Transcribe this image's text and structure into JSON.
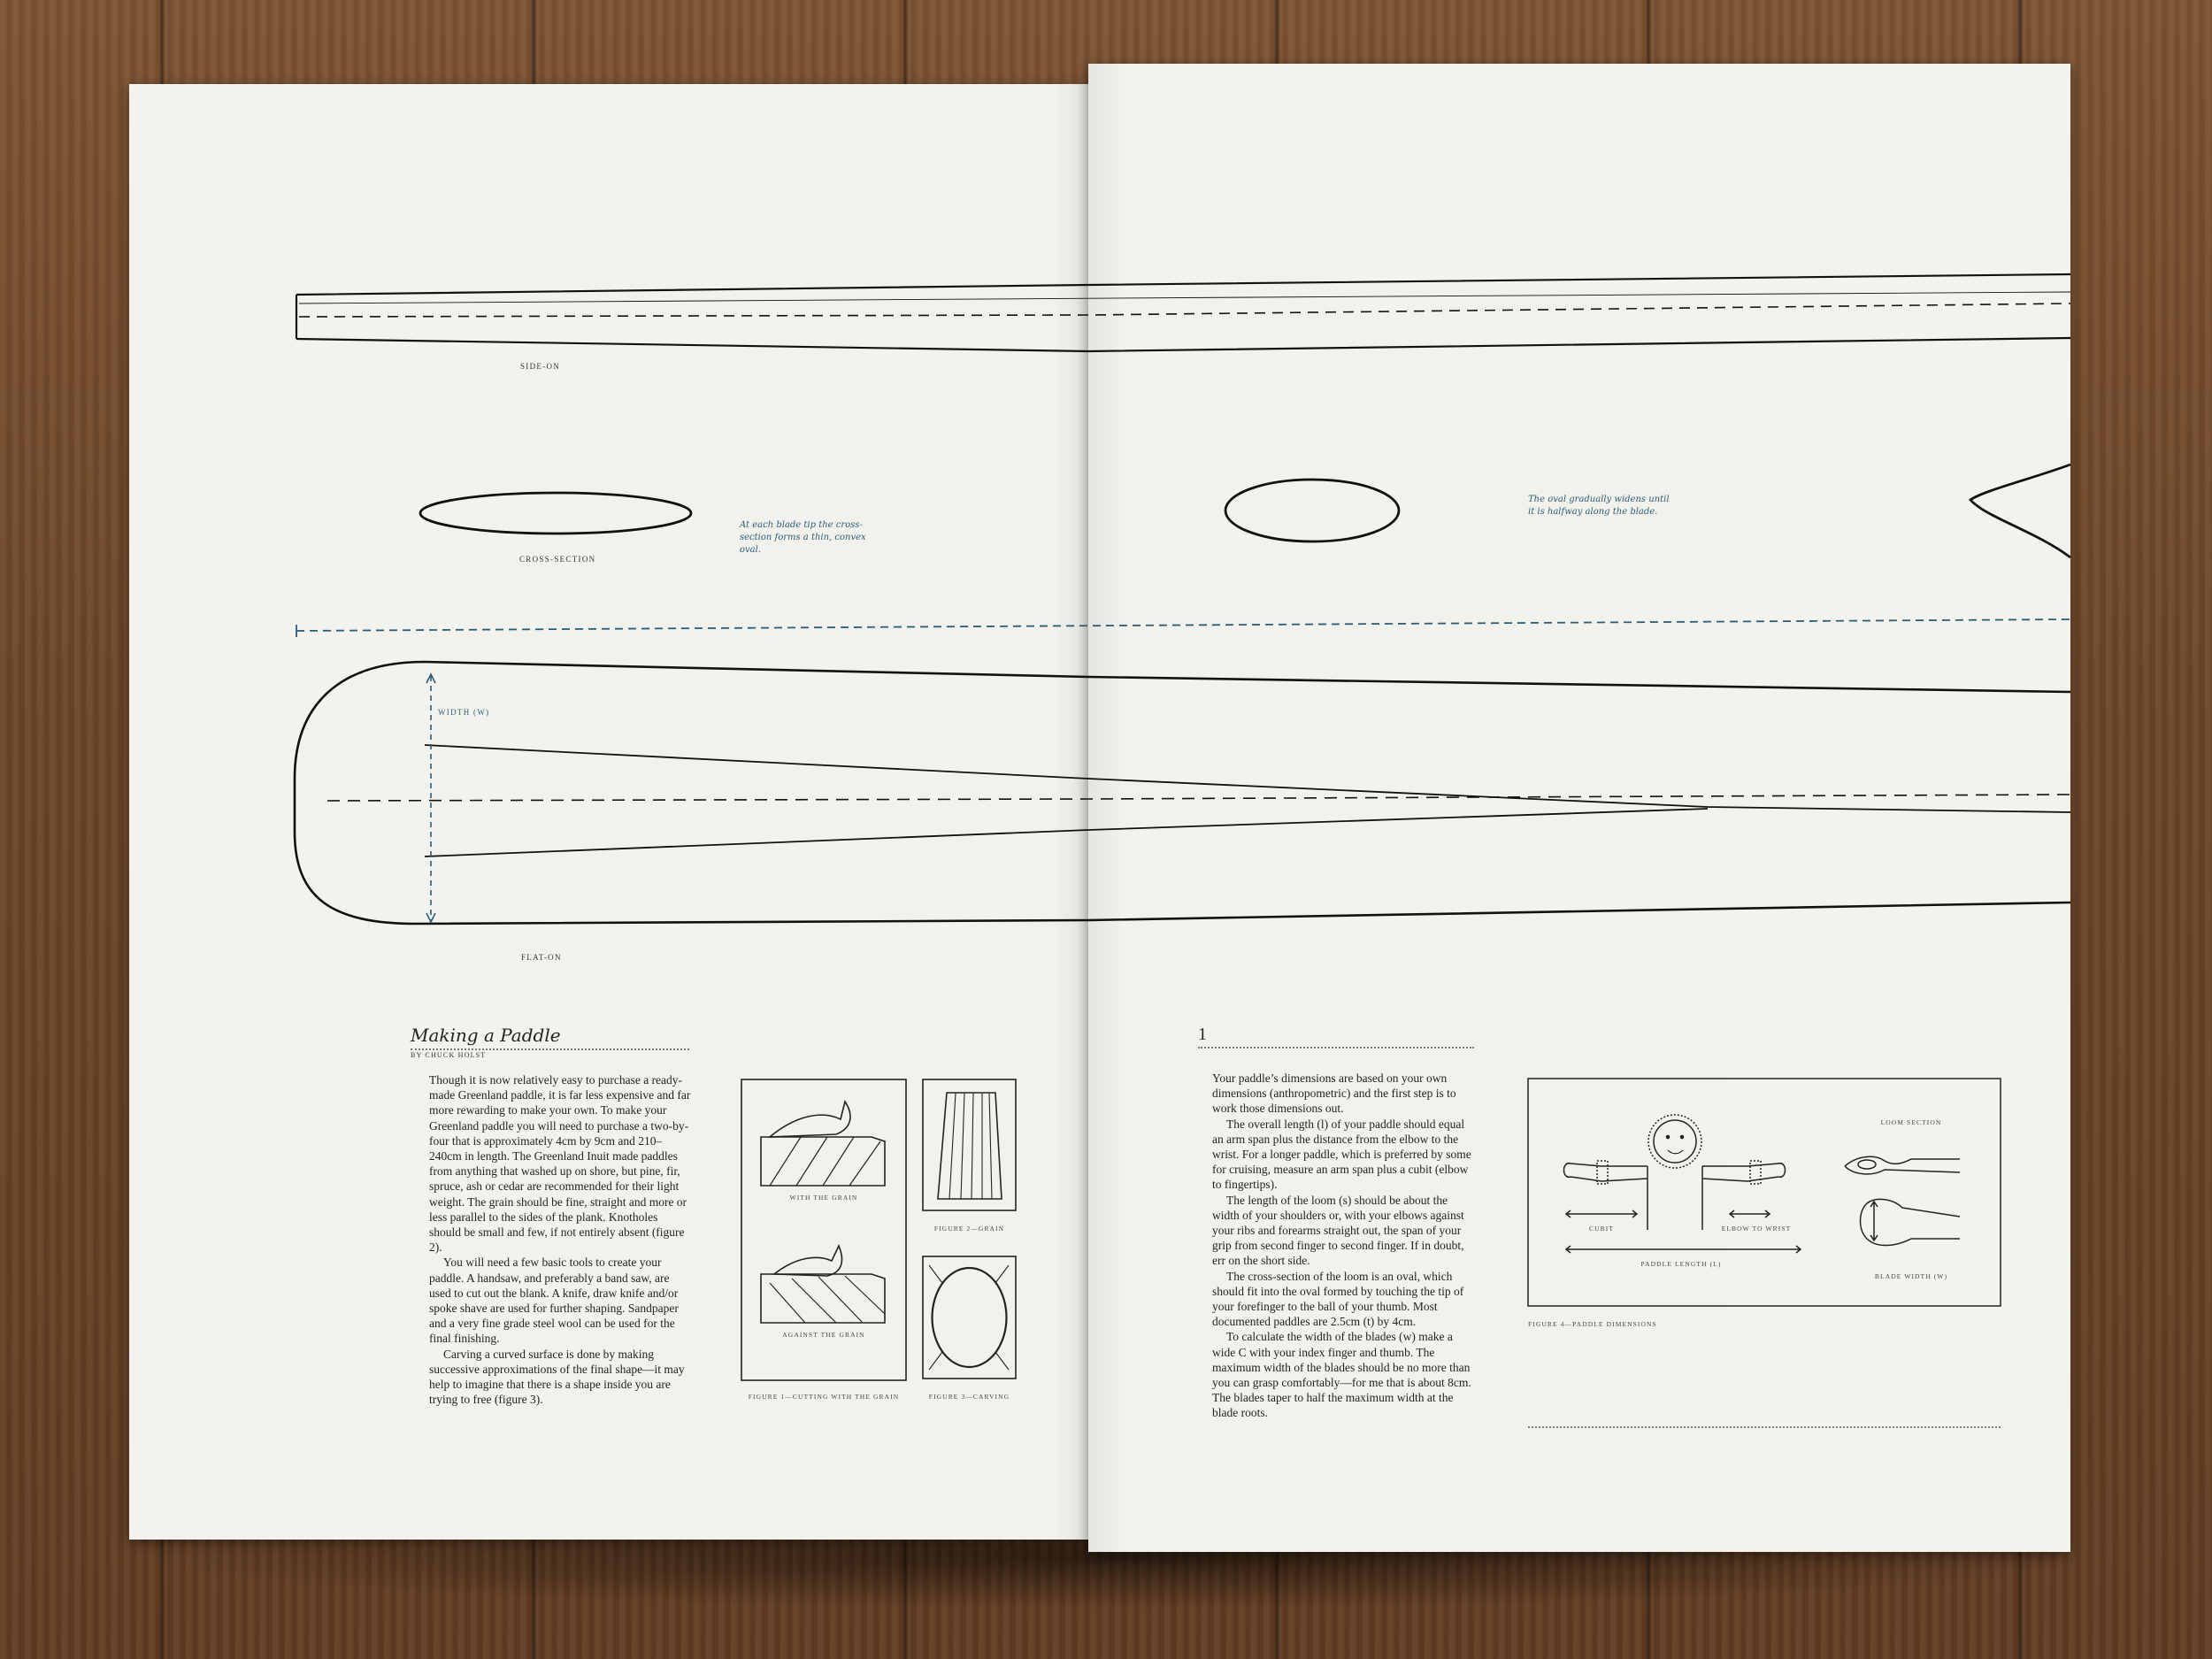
{
  "left_page": {
    "labels": {
      "side_on": "Side-on",
      "cross_section": "Cross-section",
      "flat_on": "Flat-on",
      "width": "width (w)"
    },
    "note_tip": "At each blade tip the cross-section forms a thin, convex oval.",
    "title": "Making a Paddle",
    "byline": "by Chuck Holst",
    "paragraphs": [
      "Though it is now relatively easy to purchase a ready-made Greenland paddle, it is far less expensive and far more rewarding to make your own. To make your Greenland paddle you will need to purchase a two-by-four that is approximately 4cm by 9cm and 210–240cm in length. The Greenland Inuit made paddles from anything that washed up on shore, but pine, fir, spruce, ash or cedar are recommended for their light weight. The grain should be fine, straight and more or less parallel to the sides of the plank. Knotholes should be small and few, if not entirely absent (figure 2).",
      "You will need a few basic tools to create your paddle. A handsaw, and preferably a band saw, are used to cut out the blank. A knife, draw knife and/or spoke shave are used for further shaping. Sandpaper and a very fine grade steel wool can be used for the final finishing.",
      "Carving a curved surface is done by making successive approximations of the final shape—it may help to imagine that there is a shape inside you are trying to free (figure 3)."
    ],
    "figures": {
      "with_grain": "With the grain",
      "against_grain": "Against the grain",
      "fig1": "Figure 1—Cutting with the grain",
      "fig2": "Figure 2—Grain",
      "fig3": "Figure 3—Carving"
    }
  },
  "right_page": {
    "note_oval": "The oval gradually widens until it is halfway along the blade.",
    "page_number": "1",
    "paragraphs": [
      "Your paddle’s dimensions are based on your own dimensions (anthropometric) and the first step is to work those dimensions out.",
      "The overall length (l) of your paddle should equal an arm span plus the distance from the elbow to the wrist. For a longer paddle, which is preferred by some for cruising, measure an arm span plus a cubit (elbow to fingertips).",
      "The length of the loom (s) should be about the width of your shoulders or, with your elbows against your ribs and forearms straight out, the span of your grip from second finger to second finger. If in doubt, err on the short side.",
      "The cross-section of the loom is an oval, which should fit into the oval formed by touching the tip of your forefinger to the ball of your thumb. Most documented paddles are 2.5cm (t) by 4cm.",
      "To calculate the width of the blades (w) make a wide C with your index finger and thumb. The maximum width of the blades should be no more than you can grasp comfortably—for me that is about 8cm. The blades taper to half the maximum width at the blade roots."
    ],
    "figure4": {
      "loom_section": "Loom section",
      "cubit": "Cubit",
      "elbow_to_wrist": "Elbow to wrist",
      "paddle_length": "Paddle length (l)",
      "blade_width": "Blade width (w)",
      "caption": "Figure 4—Paddle dimensions"
    }
  },
  "colors": {
    "paper": "#f2f1ec",
    "ink": "#222222",
    "accent_blue": "#2a5d78",
    "wood": "#6e4a2c"
  }
}
